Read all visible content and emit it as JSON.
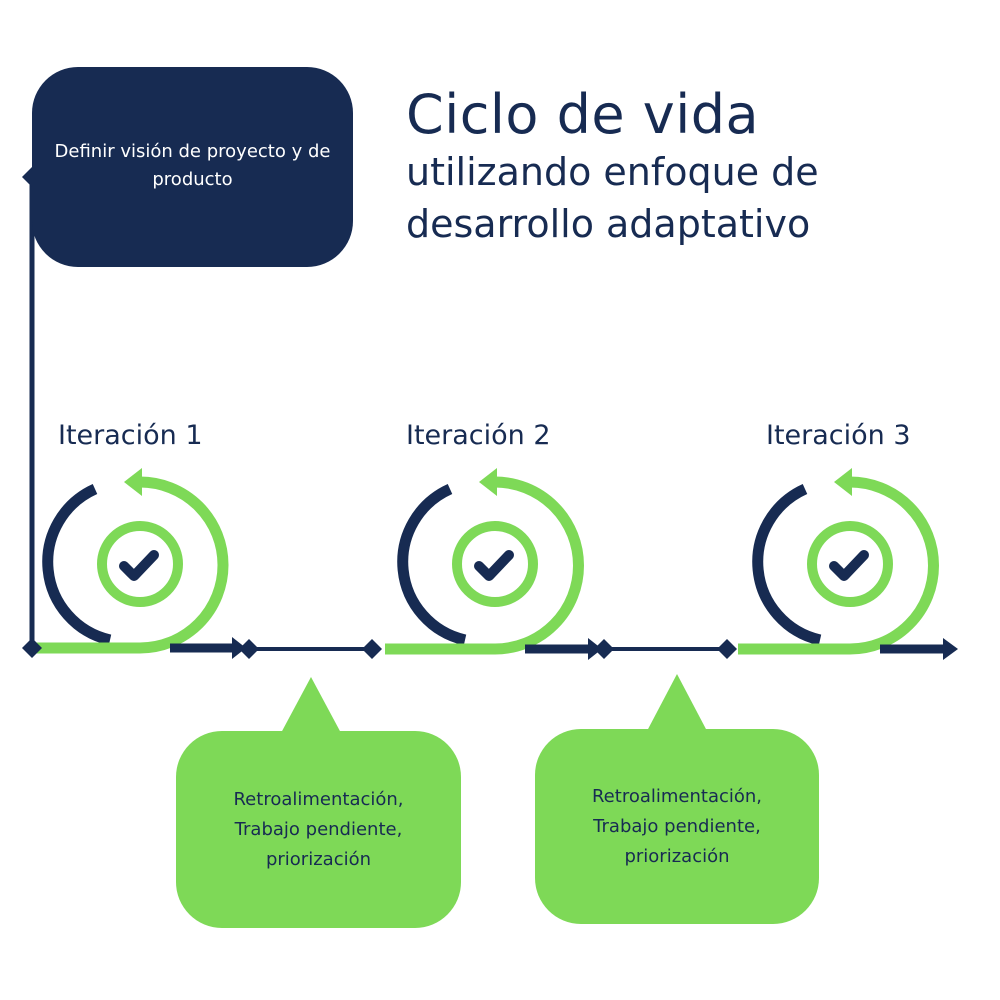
{
  "title": {
    "line1": "Ciclo de vida",
    "line2": "utilizando enfoque de",
    "line3": "desarrollo adaptativo"
  },
  "vision": {
    "text": "Definir visión de proyecto y de producto"
  },
  "iterations": [
    {
      "label": "Iteración 1",
      "icon": "check-cycle-icon"
    },
    {
      "label": "Iteración 2",
      "icon": "check-cycle-icon"
    },
    {
      "label": "Iteración 3",
      "icon": "check-cycle-icon"
    }
  ],
  "feedback": [
    {
      "text": "Retroalimentación, Trabajo pendiente, priorización"
    },
    {
      "text": "Retroalimentación, Trabajo pendiente, priorización"
    }
  ],
  "colors": {
    "navy": "#172b52",
    "green": "#7ed957",
    "background": "#ffffff"
  }
}
